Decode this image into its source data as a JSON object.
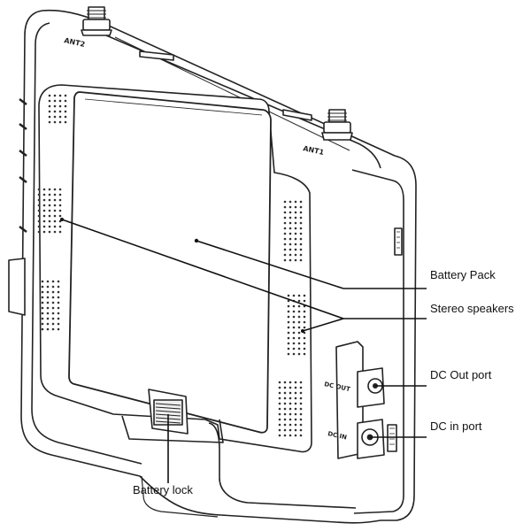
{
  "figure": {
    "labels": {
      "battery_pack": "Battery Pack",
      "stereo_speakers": "Stereo speakers",
      "dc_out_port": "DC Out port",
      "dc_in_port": "DC in port",
      "battery_lock": "Battery lock"
    },
    "device_markings": {
      "antenna_left": "ANT2",
      "antenna_right": "ANT1",
      "dc_out_mark": "DC OUT",
      "dc_in_mark": "DC IN"
    },
    "colors": {
      "line": "#222222",
      "fill": "#ffffff",
      "shade": "#f2f2f2"
    }
  }
}
